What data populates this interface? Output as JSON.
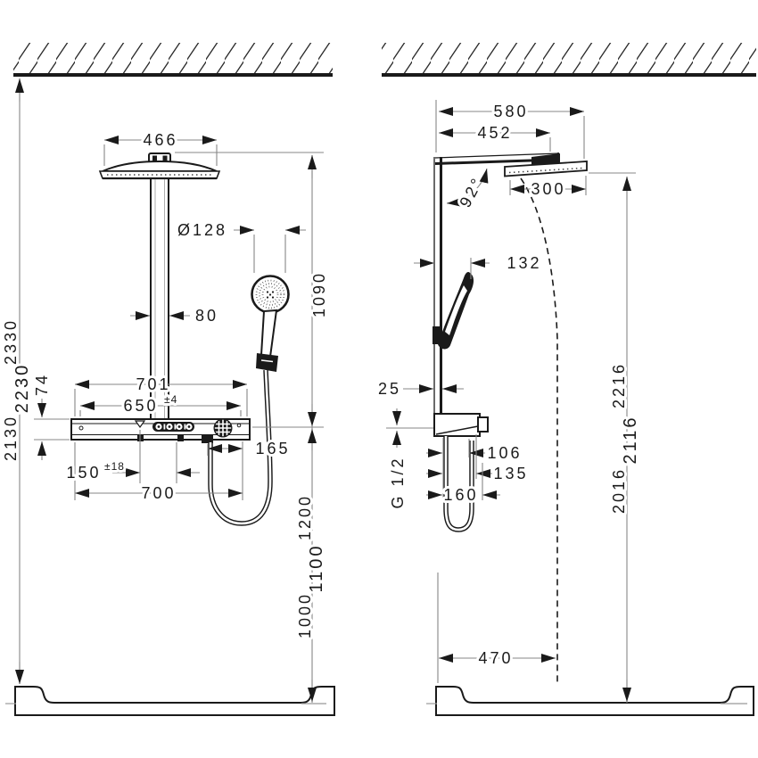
{
  "colors": {
    "ink": "#1a1a1a",
    "dim_line": "#878787",
    "background": "#ffffff"
  },
  "diagram": {
    "type": "technical dimensional drawing",
    "subject": "showerpipe installation dimensions, front view and side view",
    "front": {
      "head_width": "466",
      "handshower_diameter": "Ø128",
      "pipe_width": "80",
      "height_head_to_shelf": "1090",
      "shelf_total_width": "701",
      "shelf_mount_width": "650",
      "shelf_mount_tol": "±4",
      "shelf_height": "74",
      "supply_spacing": "150",
      "supply_tol": "±18",
      "hose_offset": "165",
      "lower_width": "700",
      "riser_a": "1200",
      "riser_b": "1100",
      "riser_c": "1000",
      "total_a": "2330",
      "total_b": "2230",
      "total_c": "2130"
    },
    "side": {
      "overall_depth": "580",
      "arm_length": "452",
      "head_depth": "300",
      "arm_angle": "92°",
      "handshower_reach": "132",
      "pipe_offset": "25",
      "valve_depth_a": "106",
      "valve_depth_b": "135",
      "valve_depth_c": "160",
      "thread": "G 1/2",
      "spray_reach": "470",
      "height_a": "2216",
      "height_b": "2116",
      "height_c": "2016"
    }
  }
}
